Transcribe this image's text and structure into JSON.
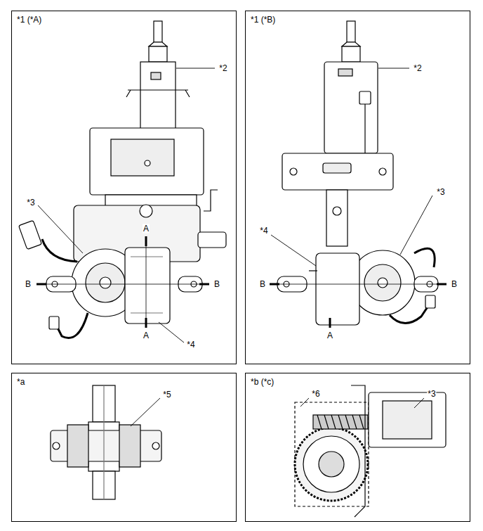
{
  "diagram": {
    "nodes": [
      {
        "text": [
          "*1 (*A)"
        ]
      },
      {
        "text": [
          "*1 (*B)"
        ]
      },
      {
        "text": [
          "*a"
        ]
      },
      {
        "text": [
          "*b (*c)"
        ]
      }
    ],
    "labels": [
      "*2",
      "*3",
      "A",
      "B",
      "B",
      "A",
      "*4",
      "*2",
      "*3",
      "*4",
      "B",
      "A",
      "B",
      "*5",
      "*6",
      "*3"
    ]
  }
}
